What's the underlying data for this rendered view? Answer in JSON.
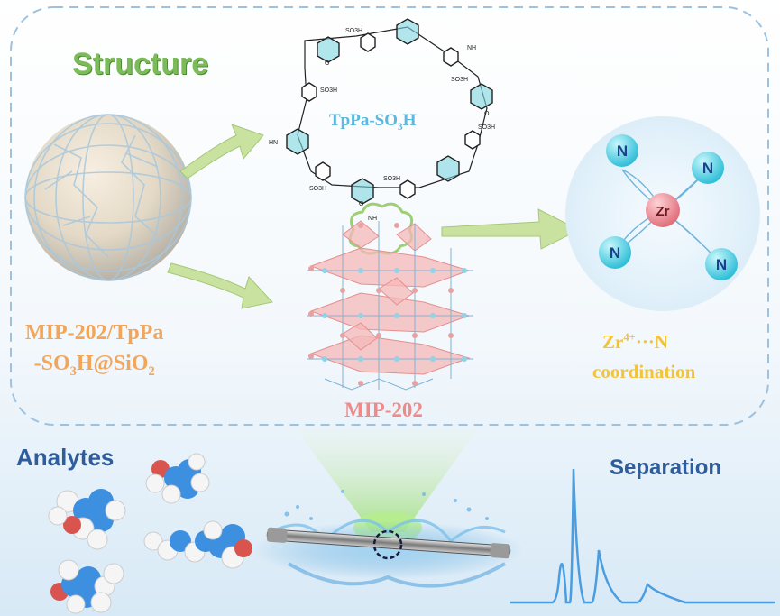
{
  "labels": {
    "structure": "Structure",
    "composite_line1": "MIP-202/TpPa",
    "composite_line2_pre": "-SO",
    "composite_line2_sub1": "3",
    "composite_line2_mid": "H@SiO",
    "composite_line2_sub2": "2",
    "framework_pre": "TpPa-SO",
    "framework_sub": "3",
    "framework_post": "H",
    "mof": "MIP-202",
    "coord_pre": "Zr",
    "coord_sup": "4+",
    "coord_post": "···N",
    "coord_line2": "coordination",
    "analytes": "Analytes",
    "separation": "Separation"
  },
  "molecule_text": {
    "so3h": "SO3H",
    "hn": "HN",
    "nh": "NH",
    "o": "O"
  },
  "coord_atoms": {
    "metal": "Zr",
    "ligand": "N"
  },
  "colors": {
    "frame_dash": "#9cc2e0",
    "green_arrow": "#c9e2a0",
    "composite_text": "#f2a65a",
    "framework_text": "#5bb8e0",
    "mof_text": "#f08a8a",
    "coord_text": "#f2c43c",
    "section_title": "#2e5c9c",
    "chromatogram": "#4a9ee0"
  }
}
